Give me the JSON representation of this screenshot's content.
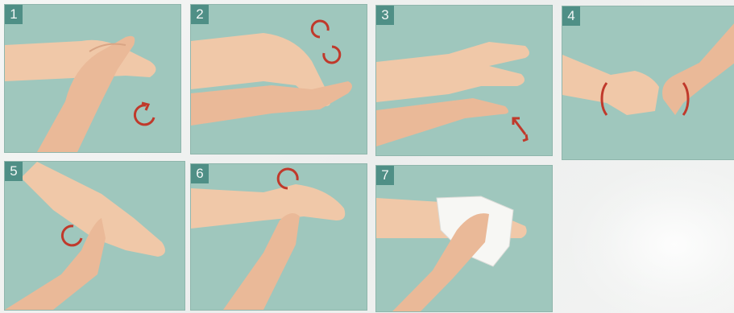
{
  "steps": [
    {
      "number": "1",
      "motion": "palm-to-palm",
      "arrow": "rotate"
    },
    {
      "number": "2",
      "motion": "palm-over-back-of-hand",
      "arrow": "rotate-both-ways"
    },
    {
      "number": "3",
      "motion": "fingers-interlaced",
      "arrow": "back-and-forth"
    },
    {
      "number": "4",
      "motion": "backs-of-fingers",
      "arrow": "rotate-both-ways"
    },
    {
      "number": "5",
      "motion": "rotate-thumb",
      "arrow": "rotate"
    },
    {
      "number": "6",
      "motion": "fingertips-in-palm",
      "arrow": "rotate"
    },
    {
      "number": "7",
      "motion": "dry-with-towel",
      "arrow": "none"
    }
  ],
  "colors": {
    "panel": "#9fc7bd",
    "badge": "#4f8f86",
    "skin": "#f0c8a8",
    "skin_shadow": "#d9a585",
    "arrow": "#c0392b",
    "towel": "#f7f7f4"
  }
}
